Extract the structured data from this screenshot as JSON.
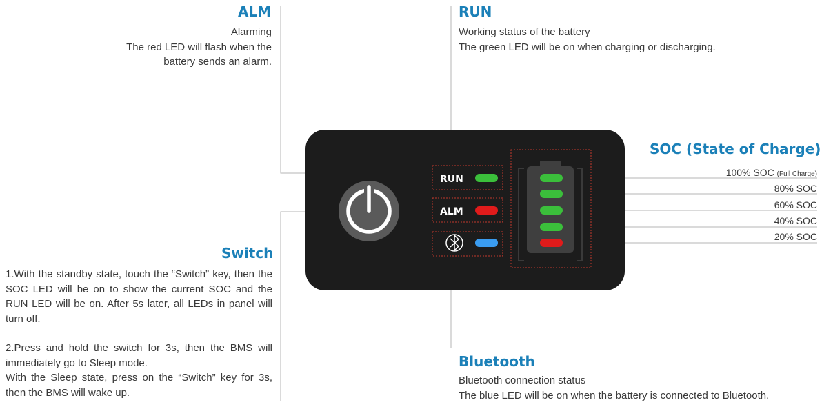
{
  "alm": {
    "title": "ALM",
    "line1": "Alarming",
    "line2": "The red LED will flash when the",
    "line3": "battery sends an alarm."
  },
  "run": {
    "title": "RUN",
    "line1": "Working status of the battery",
    "line2": "The green LED will be on when charging or discharging."
  },
  "soc": {
    "title": "SOC (State of Charge)",
    "levels": [
      {
        "label": "100% SOC",
        "note": "(Full Charge)",
        "color": "#3bbf3b"
      },
      {
        "label": "80% SOC",
        "color": "#3bbf3b"
      },
      {
        "label": "60% SOC",
        "color": "#3bbf3b"
      },
      {
        "label": "40% SOC",
        "color": "#3bbf3b"
      },
      {
        "label": "20% SOC",
        "color": "#e01b1b"
      }
    ]
  },
  "switch": {
    "title": "Switch",
    "para1": "1.With the standby state, touch the “Switch” key, then the SOC LED will be on to show the current SOC and the RUN LED will be on. After 5s later, all LEDs in panel will turn off.",
    "para2": "2.Press and hold the switch for 3s, then the BMS will immediately go to Sleep mode.",
    "para3": "With the Sleep state, press on the “Switch” key for 3s, then the BMS will wake up."
  },
  "bluetooth": {
    "title": "Bluetooth",
    "line1": "Bluetooth connection status",
    "line2": "The blue LED will be on when the battery is connected to Bluetooth."
  },
  "panel": {
    "run_label": "RUN",
    "alm_label": "ALM",
    "run_led_color": "#3bbf3b",
    "alm_led_color": "#e01b1b",
    "bt_led_color": "#3a9cf0",
    "panel_color": "#1c1c1c"
  },
  "colors": {
    "heading": "#1b80b8",
    "leader_line": "#b5b5b5"
  }
}
